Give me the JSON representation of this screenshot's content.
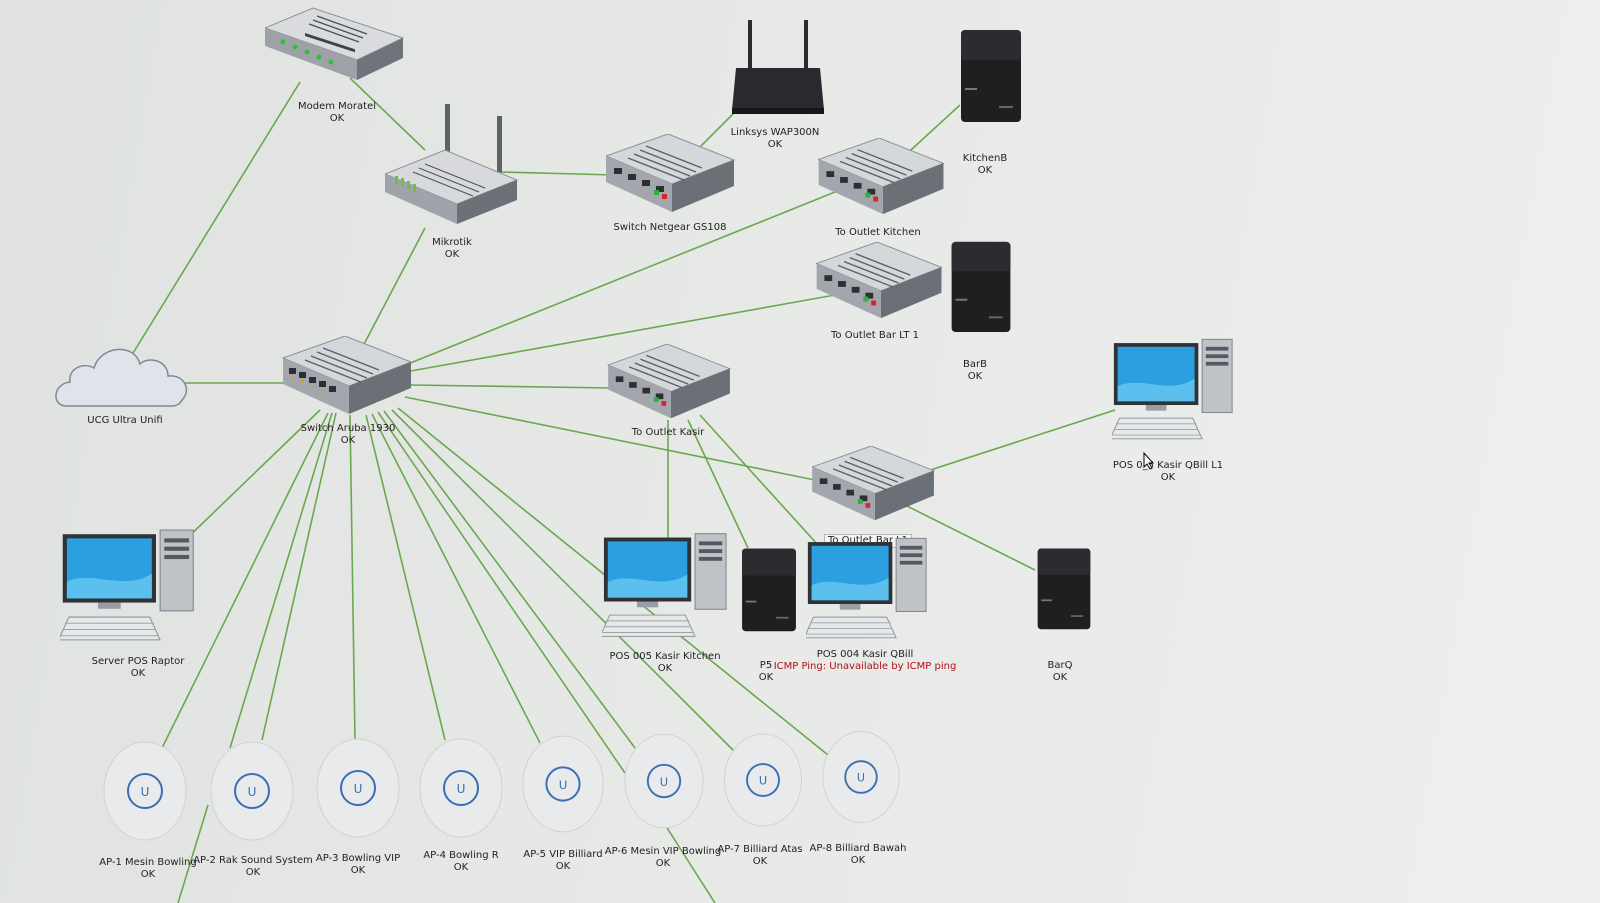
{
  "link_color": "#6aa84f",
  "ok_color": "#222222",
  "error_color": "#b0101a",
  "nodes": {
    "modem": {
      "name": "Modem Moratel",
      "status": "OK"
    },
    "mikrotik": {
      "name": "Mikrotik",
      "status": "OK"
    },
    "netgear": {
      "name": "Switch Netgear GS108",
      "status": ""
    },
    "linksys": {
      "name": "Linksys WAP300N",
      "status": "OK"
    },
    "kitchen_printer": {
      "name": "KitchenB",
      "status": "OK"
    },
    "outlet_kitchen": {
      "name": "To Outlet Kitchen",
      "status": ""
    },
    "outlet_bar_lt1": {
      "name": "To Outlet Bar LT 1",
      "status": ""
    },
    "bar_printer": {
      "name": "BarB",
      "status": "OK"
    },
    "ucg": {
      "name": "UCG Ultra Unifi",
      "status": ""
    },
    "aruba": {
      "name": "Switch Aruba 1930",
      "status": "OK"
    },
    "outlet_kasir": {
      "name": "To Outlet Kasir",
      "status": ""
    },
    "outlet_bar_l1": {
      "name": "To Outlet Bar L1",
      "status": ""
    },
    "pos_qbill_l1": {
      "name": "POS 0_5 Kasir QBill L1",
      "status": "OK"
    },
    "server_pos": {
      "name": "Server POS Raptor",
      "status": "OK"
    },
    "pos005": {
      "name": "POS 005 Kasir Kitchen",
      "status": "OK"
    },
    "p5": {
      "name": "P5",
      "status": "OK"
    },
    "pos004": {
      "name": "POS 004 Kasir QBill",
      "status": "ICMP Ping: Unavailable by ICMP ping"
    },
    "barq": {
      "name": "BarQ",
      "status": "OK"
    },
    "ap1": {
      "name": "AP-1 Mesin Bowling",
      "status": "OK"
    },
    "ap2": {
      "name": "AP-2 Rak Sound System",
      "status": "OK"
    },
    "ap3": {
      "name": "AP-3 Bowling VIP",
      "status": "OK"
    },
    "ap4": {
      "name": "AP-4 Bowling R",
      "status": "OK"
    },
    "ap5": {
      "name": "AP-5 VIP Billiard",
      "status": "OK"
    },
    "ap6": {
      "name": "AP-6 Mesin VIP Bowling",
      "status": "OK"
    },
    "ap7": {
      "name": "AP-7 Billiard Atas",
      "status": "OK"
    },
    "ap8": {
      "name": "AP-8 Billiard Bawah",
      "status": "OK"
    }
  }
}
